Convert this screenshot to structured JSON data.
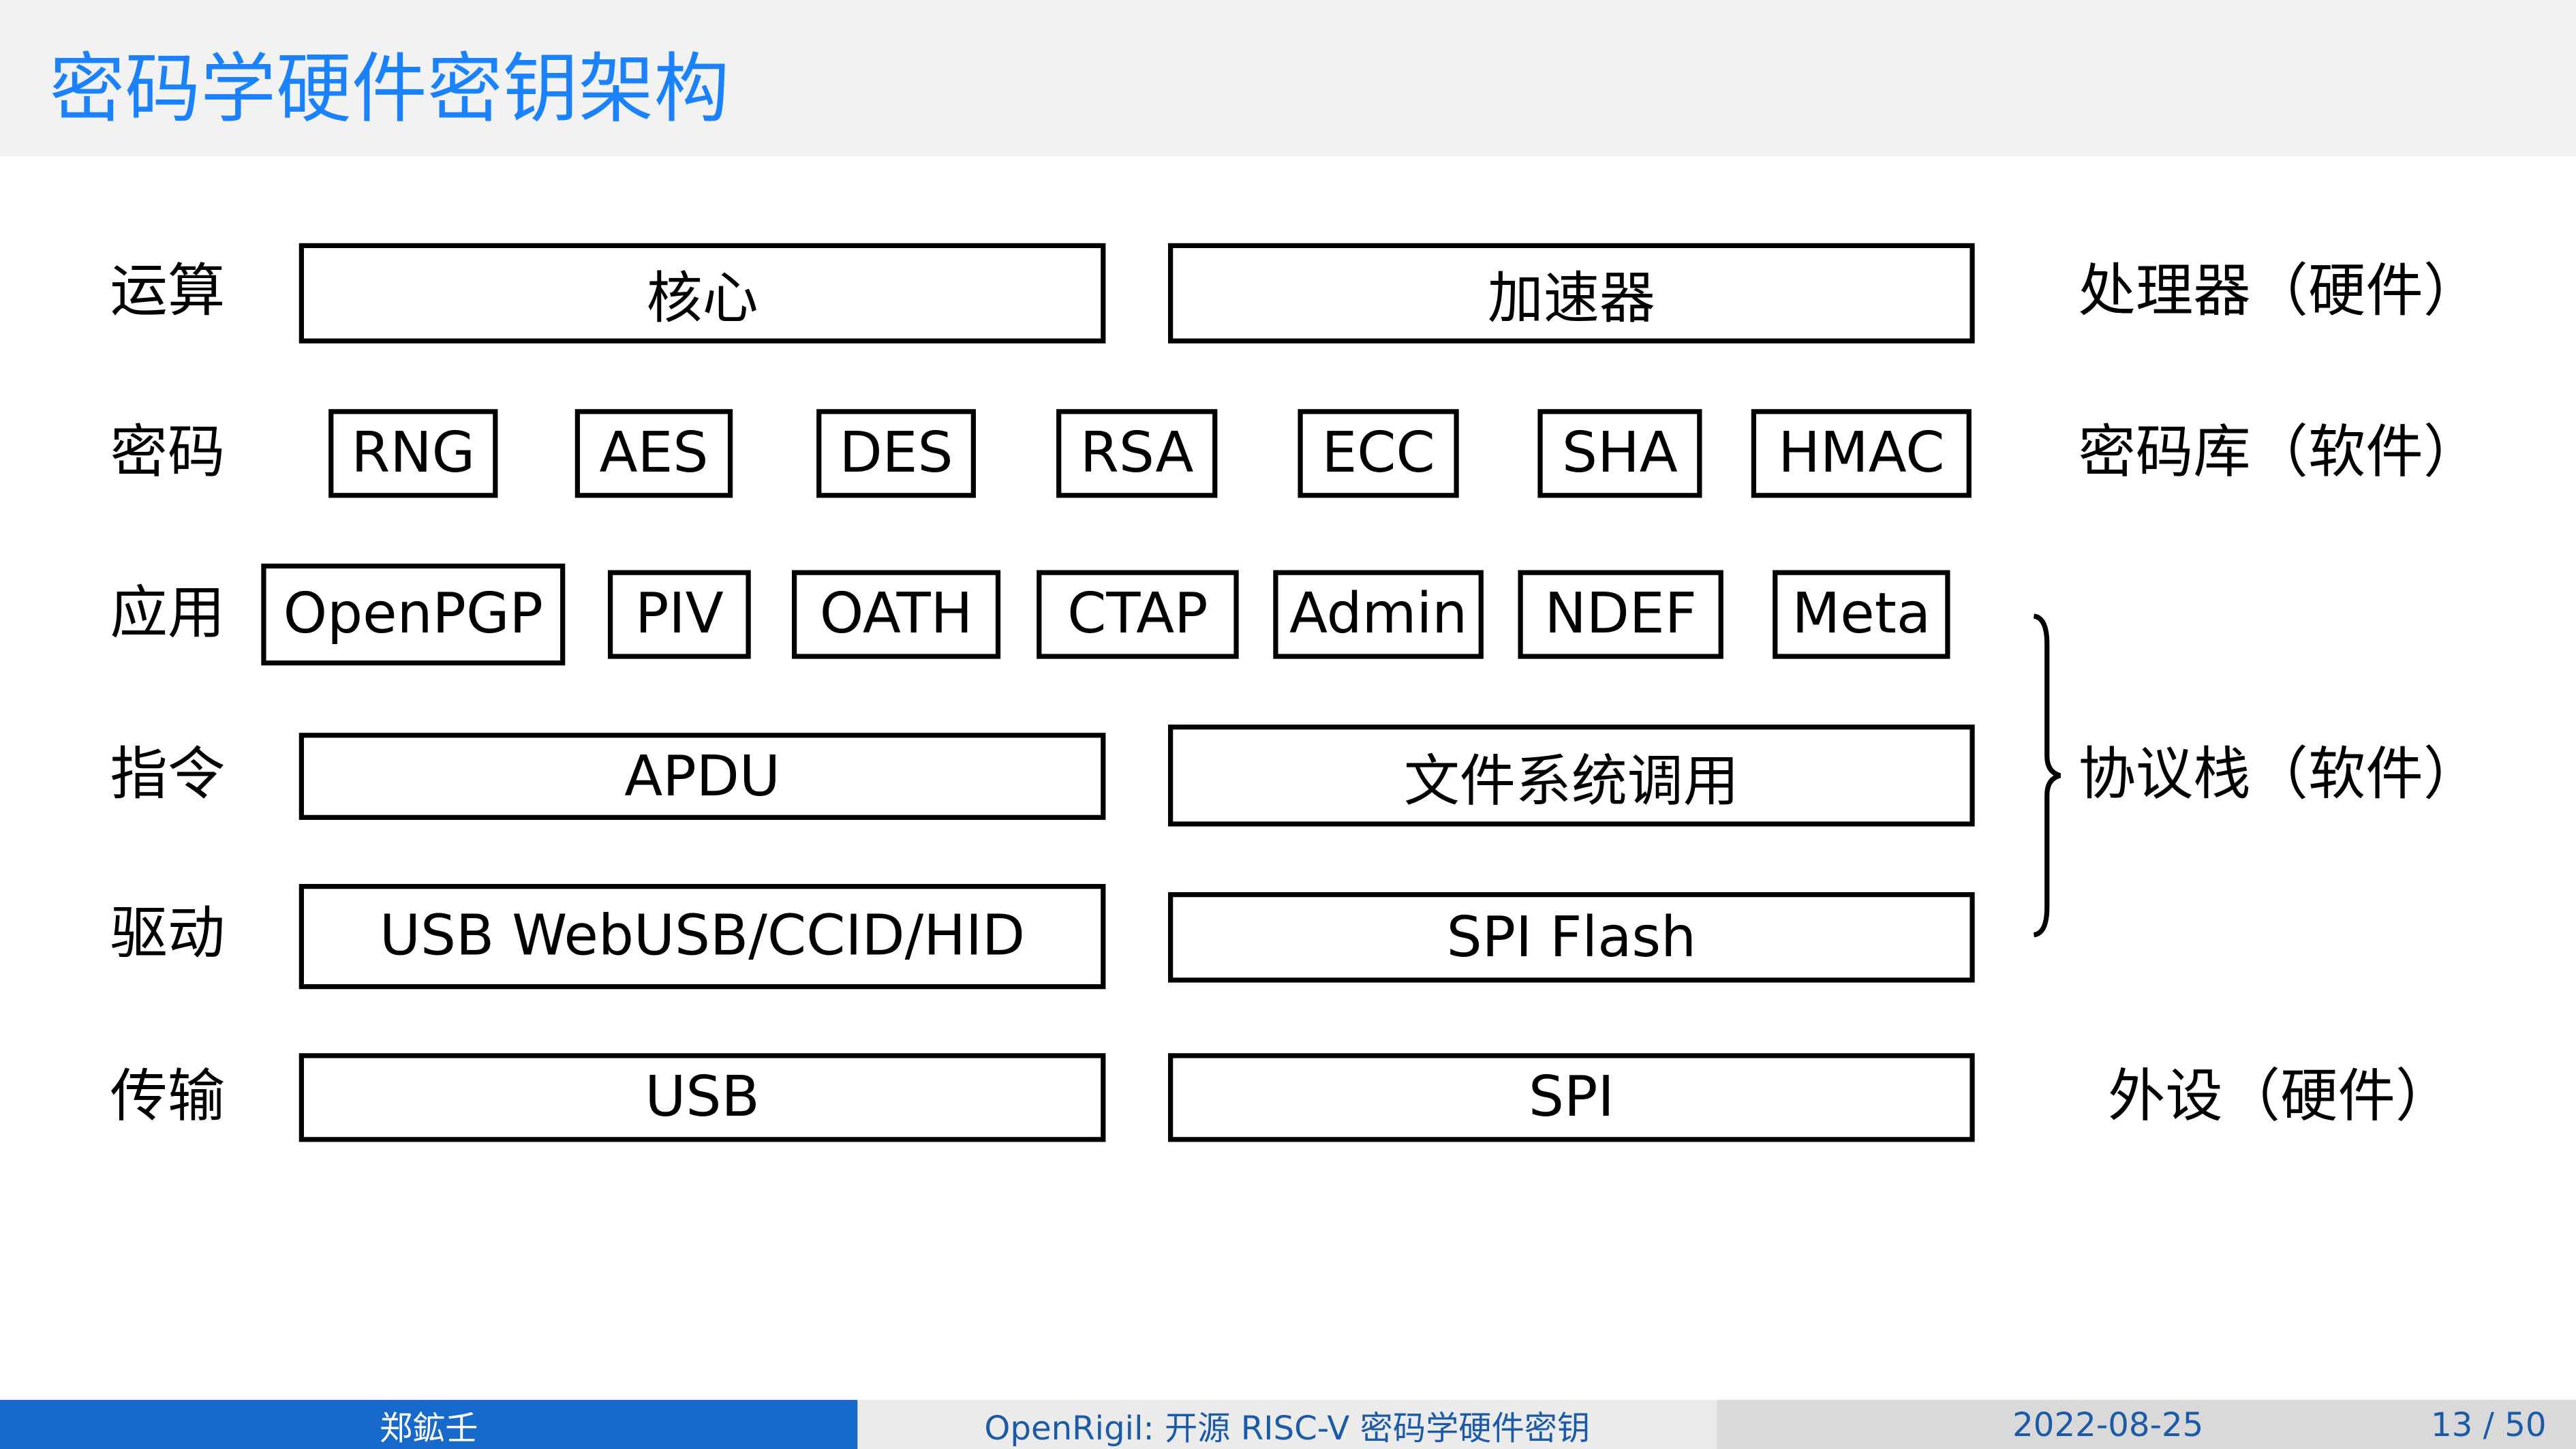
{
  "title": "密码学硬件密钥架构",
  "rows": [
    {
      "label": "运算",
      "boxes": [
        "核心",
        "加速器"
      ],
      "right": "处理器（硬件）"
    },
    {
      "label": "密码",
      "boxes": [
        "RNG",
        "AES",
        "DES",
        "RSA",
        "ECC",
        "SHA",
        "HMAC"
      ],
      "right": "密码库（软件）"
    },
    {
      "label": "应用",
      "boxes": [
        "OpenPGP",
        "PIV",
        "OATH",
        "CTAP",
        "Admin",
        "NDEF",
        "Meta"
      ]
    },
    {
      "label": "指令",
      "boxes": [
        "APDU",
        "文件系统调用"
      ],
      "right": "协议栈（软件）"
    },
    {
      "label": "驱动",
      "boxes": [
        "USB WebUSB/CCID/HID",
        "SPI Flash"
      ]
    },
    {
      "label": "传输",
      "boxes": [
        "USB",
        "SPI"
      ],
      "right": "外设（硬件）"
    }
  ],
  "footer": {
    "author": "郑鉱壬",
    "talk": "OpenRigil: 开源 RISC-V 密码学硬件密钥",
    "date": "2022-08-25",
    "page": "13 / 50"
  },
  "colors": {
    "title": "#1a82ff",
    "footer_left": "#1769cc",
    "footer_mid": "#ebebeb",
    "footer_right": "#d9d9d9",
    "footer_text": "#1a5aa8"
  }
}
